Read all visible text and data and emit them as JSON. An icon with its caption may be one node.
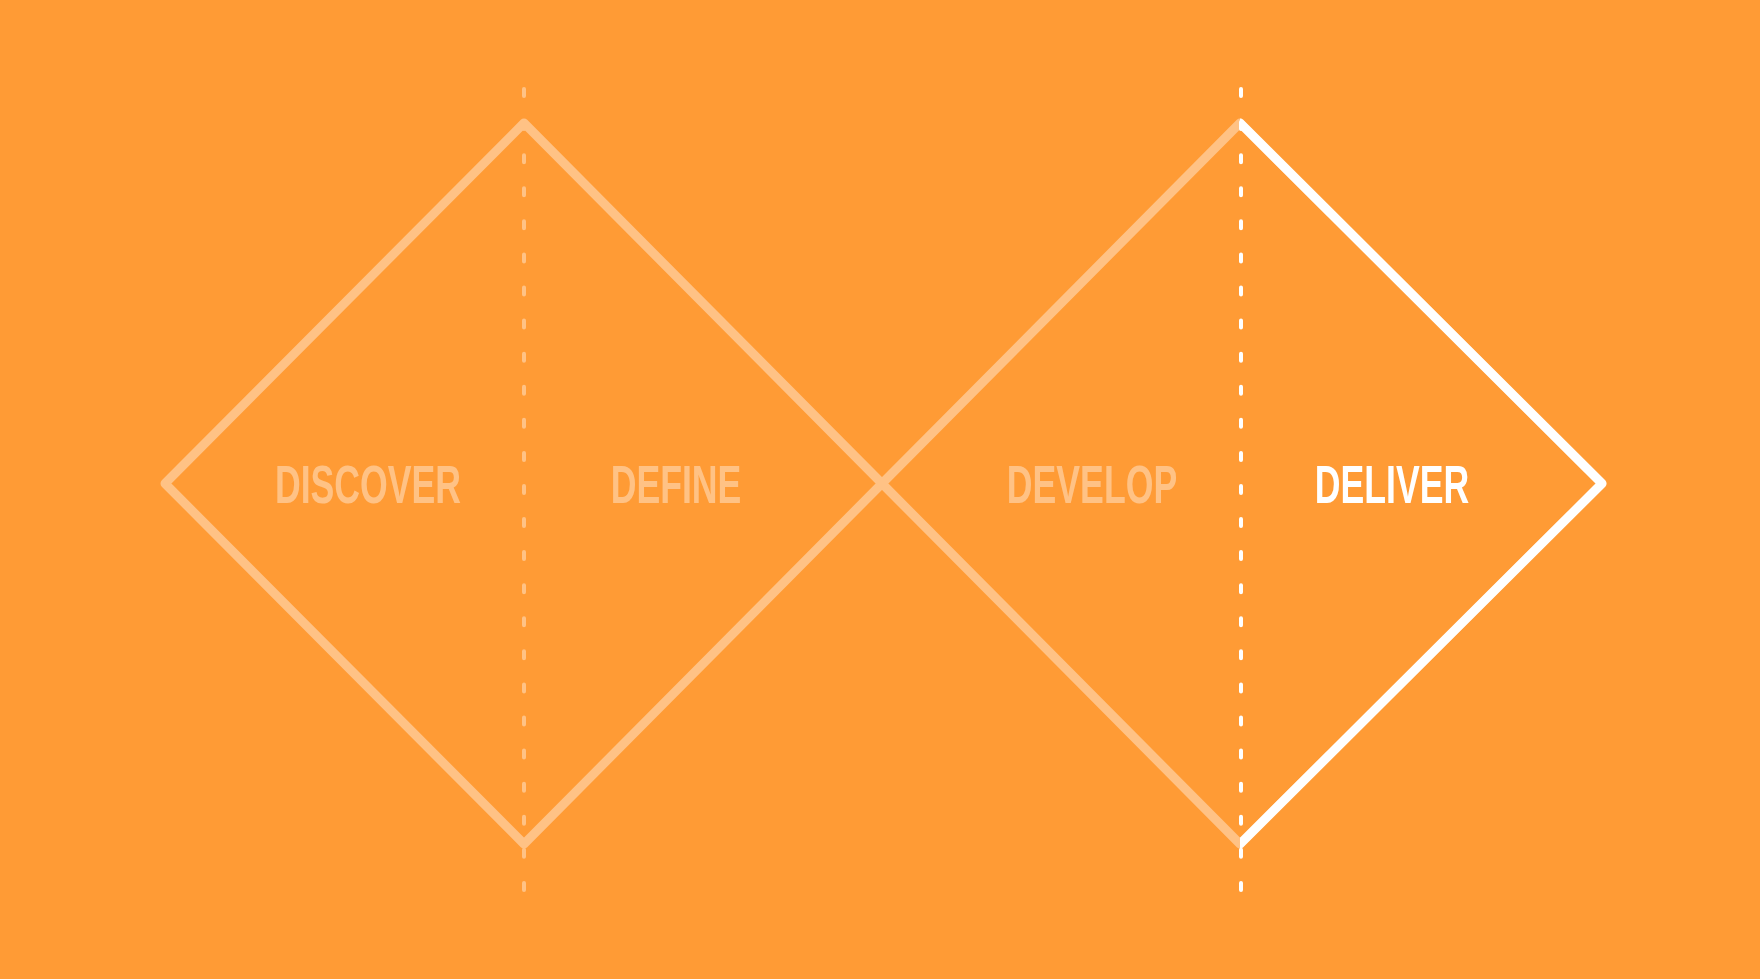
{
  "diagram": {
    "nodes": [
      {
        "text": [
          "DISCOVER",
          "DEFINE"
        ]
      },
      {
        "text": [
          "DEVELOP",
          "DELIVER"
        ]
      }
    ]
  }
}
